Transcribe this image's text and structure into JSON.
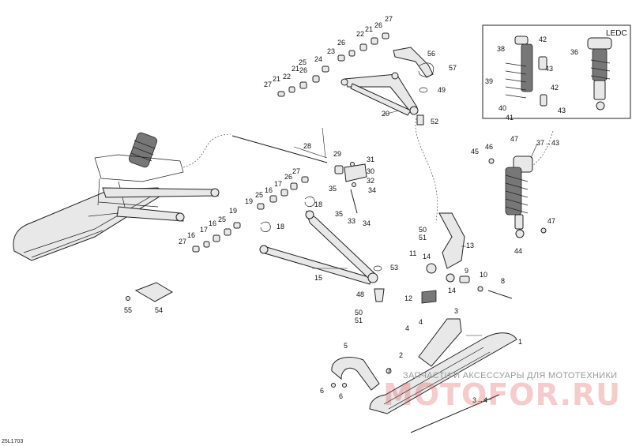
{
  "diagram": {
    "ref_code": "25L1703",
    "inset_label": "LEDC",
    "watermark_caption": "ЗАПЧАСТИ И АКСЕССУАРЫ ДЛЯ МОТОТЕХНИКИ",
    "watermark_brand": "MOTOFOR.RU"
  },
  "callouts": [
    {
      "id": "c27a",
      "text": "27"
    },
    {
      "id": "c26a",
      "text": "26"
    },
    {
      "id": "c22a",
      "text": "22"
    },
    {
      "id": "c21a",
      "text": "21"
    },
    {
      "id": "c26b",
      "text": "26"
    },
    {
      "id": "c23",
      "text": "23"
    },
    {
      "id": "c24",
      "text": "24"
    },
    {
      "id": "c25a",
      "text": "25"
    },
    {
      "id": "c26c",
      "text": "26"
    },
    {
      "id": "c21b",
      "text": "21"
    },
    {
      "id": "c22b",
      "text": "22"
    },
    {
      "id": "c21c",
      "text": "21"
    },
    {
      "id": "c27b",
      "text": "27"
    },
    {
      "id": "c56",
      "text": "56"
    },
    {
      "id": "c57",
      "text": "57"
    },
    {
      "id": "c49",
      "text": "49"
    },
    {
      "id": "c20",
      "text": "20"
    },
    {
      "id": "c52",
      "text": "52"
    },
    {
      "id": "c28",
      "text": "28"
    },
    {
      "id": "c29",
      "text": "29"
    },
    {
      "id": "c31",
      "text": "31"
    },
    {
      "id": "c30",
      "text": "30"
    },
    {
      "id": "c32",
      "text": "32"
    },
    {
      "id": "c35a",
      "text": "35"
    },
    {
      "id": "c34a",
      "text": "34"
    },
    {
      "id": "c35b",
      "text": "35"
    },
    {
      "id": "c33",
      "text": "33"
    },
    {
      "id": "c34b",
      "text": "34"
    },
    {
      "id": "c27c",
      "text": "27"
    },
    {
      "id": "c26d",
      "text": "26"
    },
    {
      "id": "c17a",
      "text": "17"
    },
    {
      "id": "c16a",
      "text": "16"
    },
    {
      "id": "c25b",
      "text": "25"
    },
    {
      "id": "c19",
      "text": "19"
    },
    {
      "id": "c18a",
      "text": "18"
    },
    {
      "id": "c18b",
      "text": "18"
    },
    {
      "id": "c19b",
      "text": "19"
    },
    {
      "id": "c25c",
      "text": "25"
    },
    {
      "id": "c16b",
      "text": "16"
    },
    {
      "id": "c17b",
      "text": "17"
    },
    {
      "id": "c16c",
      "text": "16"
    },
    {
      "id": "c27d",
      "text": "27"
    },
    {
      "id": "c15",
      "text": "15"
    },
    {
      "id": "c53",
      "text": "53"
    },
    {
      "id": "c55",
      "text": "55"
    },
    {
      "id": "c54",
      "text": "54"
    },
    {
      "id": "c48",
      "text": "48"
    },
    {
      "id": "c50a",
      "text": "50"
    },
    {
      "id": "c51a",
      "text": "51"
    },
    {
      "id": "c50b",
      "text": "50"
    },
    {
      "id": "c51b",
      "text": "51"
    },
    {
      "id": "c13",
      "text": "13"
    },
    {
      "id": "c11",
      "text": "11"
    },
    {
      "id": "c14a",
      "text": "14"
    },
    {
      "id": "c9",
      "text": "9"
    },
    {
      "id": "c10",
      "text": "10"
    },
    {
      "id": "c8",
      "text": "8"
    },
    {
      "id": "c14b",
      "text": "14"
    },
    {
      "id": "c12",
      "text": "12"
    },
    {
      "id": "c4a",
      "text": "4"
    },
    {
      "id": "c4b",
      "text": "4"
    },
    {
      "id": "c3",
      "text": "3"
    },
    {
      "id": "c2",
      "text": "2"
    },
    {
      "id": "c1",
      "text": "1"
    },
    {
      "id": "c5",
      "text": "5"
    },
    {
      "id": "c7",
      "text": "7"
    },
    {
      "id": "c6a",
      "text": "6"
    },
    {
      "id": "c6b",
      "text": "6"
    },
    {
      "id": "c3b",
      "text": "3→4"
    },
    {
      "id": "c38",
      "text": "38"
    },
    {
      "id": "c42a",
      "text": "42"
    },
    {
      "id": "c43a",
      "text": "43"
    },
    {
      "id": "c39",
      "text": "39"
    },
    {
      "id": "c40",
      "text": "40"
    },
    {
      "id": "c41",
      "text": "41"
    },
    {
      "id": "c42b",
      "text": "42"
    },
    {
      "id": "c43b",
      "text": "43"
    },
    {
      "id": "c36",
      "text": "36"
    },
    {
      "id": "c37",
      "text": "37→43"
    },
    {
      "id": "c45",
      "text": "45"
    },
    {
      "id": "c46",
      "text": "46"
    },
    {
      "id": "c47a",
      "text": "47"
    },
    {
      "id": "c47b",
      "text": "47"
    },
    {
      "id": "c44",
      "text": "44"
    }
  ]
}
